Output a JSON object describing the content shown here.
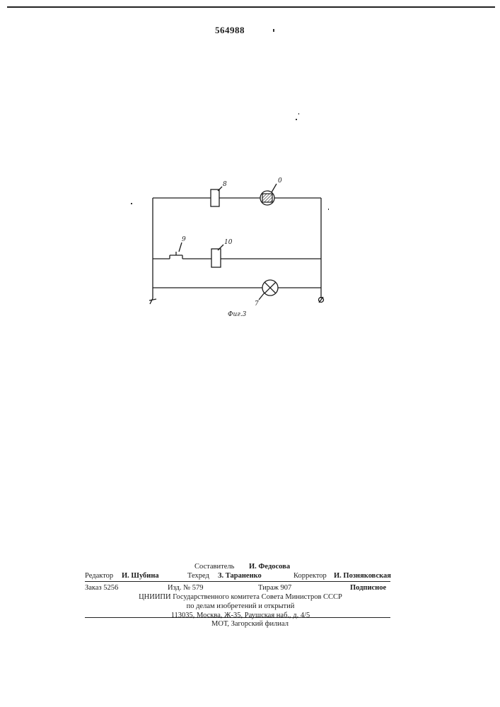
{
  "document": {
    "patent_number": "564988",
    "figure_caption": "Фиг.3"
  },
  "diagram": {
    "labels": {
      "element_8": "8",
      "element_0": "0",
      "element_9": "9",
      "element_10": "10",
      "element_7": "7"
    }
  },
  "imprint": {
    "compiler_label": "Составитель",
    "compiler_name": "И. Федосова",
    "editor_label": "Редактор",
    "editor_name": "И. Шубина",
    "techred_label": "Техред",
    "techred_name": "З. Тараненко",
    "corrector_label": "Корректор",
    "corrector_name": "И. Позняковская",
    "order": "Заказ 5256",
    "edition": "Изд. № 579",
    "circulation": "Тираж 907",
    "subscription": "Подписное",
    "org_line1": "ЦНИИПИ Государственного комитета Совета Министров СССР",
    "org_line2": "по делам изобретений и открытий",
    "address": "113035, Москва, Ж-35, Раушская наб., д. 4/5",
    "plant": "МОТ, Загорский филиал"
  }
}
